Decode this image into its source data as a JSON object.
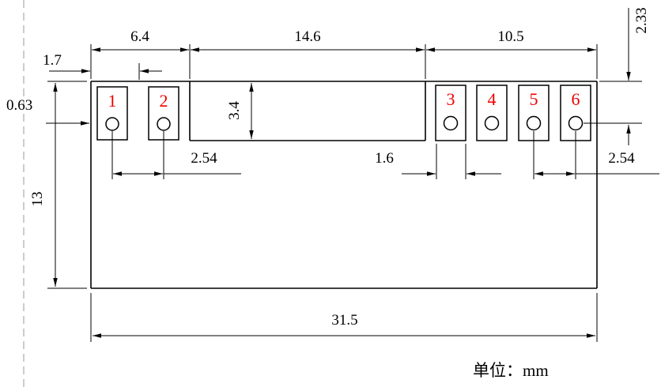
{
  "unit_note": "单位：mm",
  "colors": {
    "line": "#000000",
    "pad_number": "#ee0000",
    "centerline": "#9a9a9a"
  },
  "pads": [
    {
      "number": "1"
    },
    {
      "number": "2"
    },
    {
      "number": "3"
    },
    {
      "number": "4"
    },
    {
      "number": "5"
    },
    {
      "number": "6"
    }
  ],
  "dimensions": {
    "left_section_width": "6.4",
    "middle_section_width": "14.6",
    "right_section_width": "10.5",
    "pad1_center_offset": "1.7",
    "edge_to_pad_gap": "0.63",
    "notch_height": "3.4",
    "left_pad_pitch": "2.54",
    "pad_width": "1.6",
    "right_pad_pitch": "2.54",
    "pad_row_offset": "2.33",
    "body_height": "13",
    "overall_width": "31.5"
  }
}
